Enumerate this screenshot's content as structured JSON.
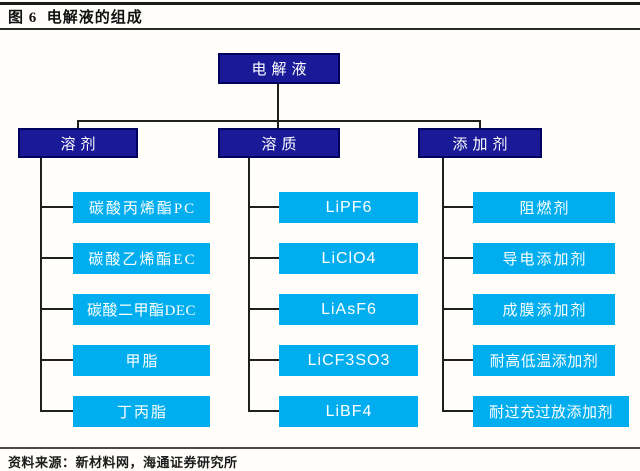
{
  "figure": {
    "title": "图 6  电解液的组成",
    "source": "资料来源：新材料网，海通证券研究所"
  },
  "colors": {
    "navy": "#1a1a99",
    "navy_border": "#00005e",
    "cyan": "#00aeef",
    "connector": "#1f1f1f"
  },
  "tree": {
    "root": "电解液",
    "branches": [
      {
        "label": "溶剂",
        "children": [
          "碳酸丙烯酯PC",
          "碳酸乙烯酯EC",
          "碳酸二甲酯DEC",
          "甲脂",
          "丁丙脂"
        ]
      },
      {
        "label": "溶质",
        "children": [
          "LiPF6",
          "LiClO4",
          "LiAsF6",
          "LiCF3SO3",
          "LiBF4"
        ]
      },
      {
        "label": "添加剂",
        "children": [
          "阻燃剂",
          "导电添加剂",
          "成膜添加剂",
          "耐高低温添加剂",
          "耐过充过放添加剂"
        ]
      }
    ]
  }
}
